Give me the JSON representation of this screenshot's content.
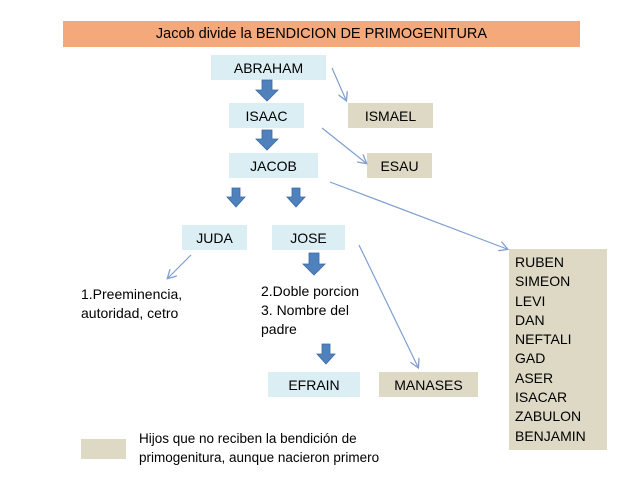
{
  "title": "Jacob divide la BENDICION DE PRIMOGENITURA",
  "nodes": {
    "abraham": "ABRAHAM",
    "isaac": "ISAAC",
    "ismael": "ISMAEL",
    "jacob": "JACOB",
    "esau": "ESAU",
    "juda": "JUDA",
    "jose": "JOSE",
    "efrain": "EFRAIN",
    "manases": "MANASES"
  },
  "juda_blessing": [
    "1.Preeminencia,",
    "autoridad, cetro"
  ],
  "jose_blessing": [
    "2.Doble porcion",
    "3. Nombre del",
    "padre"
  ],
  "sons": [
    "RUBEN",
    "SIMEON",
    "LEVI",
    "DAN",
    "NEFTALI",
    "GAD",
    "ASER",
    "ISACAR",
    "ZABULON",
    "BENJAMIN"
  ],
  "legend": [
    "Hijos  que no reciben la bendición de",
    "primogenitura, aunque nacieron primero"
  ],
  "colors": {
    "title_bg": "#f5a97a",
    "node_bg": "#dbeef4",
    "excluded_bg": "#ddd9c4",
    "arrow_fill": "#4f81bd",
    "line": "#7f9fcf"
  }
}
